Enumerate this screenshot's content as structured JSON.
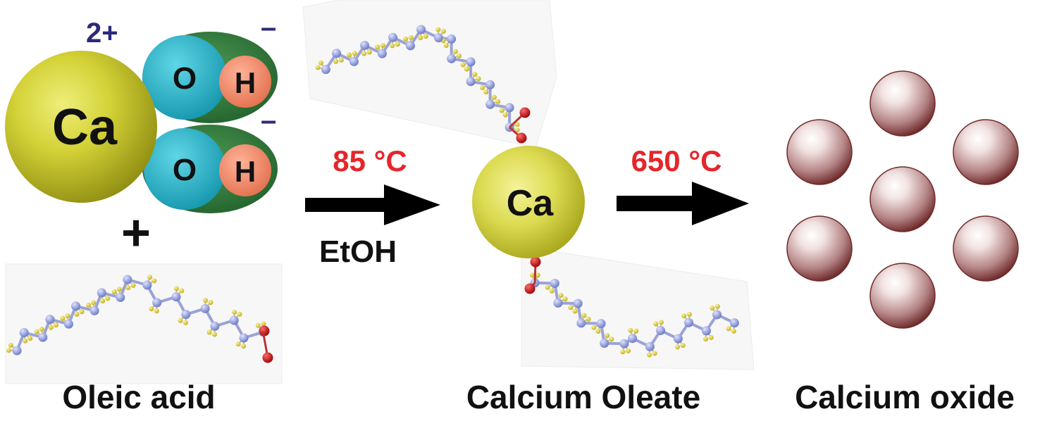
{
  "charge_top": "2+",
  "charge_oh_1": "–",
  "charge_oh_2": "–",
  "ca_label": "Ca",
  "o_label": "O",
  "h_label": "H",
  "plus": "+",
  "step1": {
    "temperature": "85 °C",
    "solvent": "EtOH"
  },
  "ca_center_label": "Ca",
  "step2": {
    "temperature": "650 °C"
  },
  "captions": {
    "oleic_acid": "Oleic acid",
    "calcium_oleate": "Calcium Oleate",
    "calcium_oxide": "Calcium oxide"
  },
  "colors": {
    "calcium": "#c9c72a",
    "oxygen": "#1eb6cc",
    "hydrogen": "#f08a6a",
    "hydroxide_shell": "#2f7d3a",
    "carbon": "#8e9ad8",
    "h_atom": "#e3d34a",
    "o_atom": "#c40e12",
    "temperature": "#e5262b",
    "charge": "#2b2a7a",
    "sphere": "#7c2f2e"
  },
  "particle_count": 7
}
